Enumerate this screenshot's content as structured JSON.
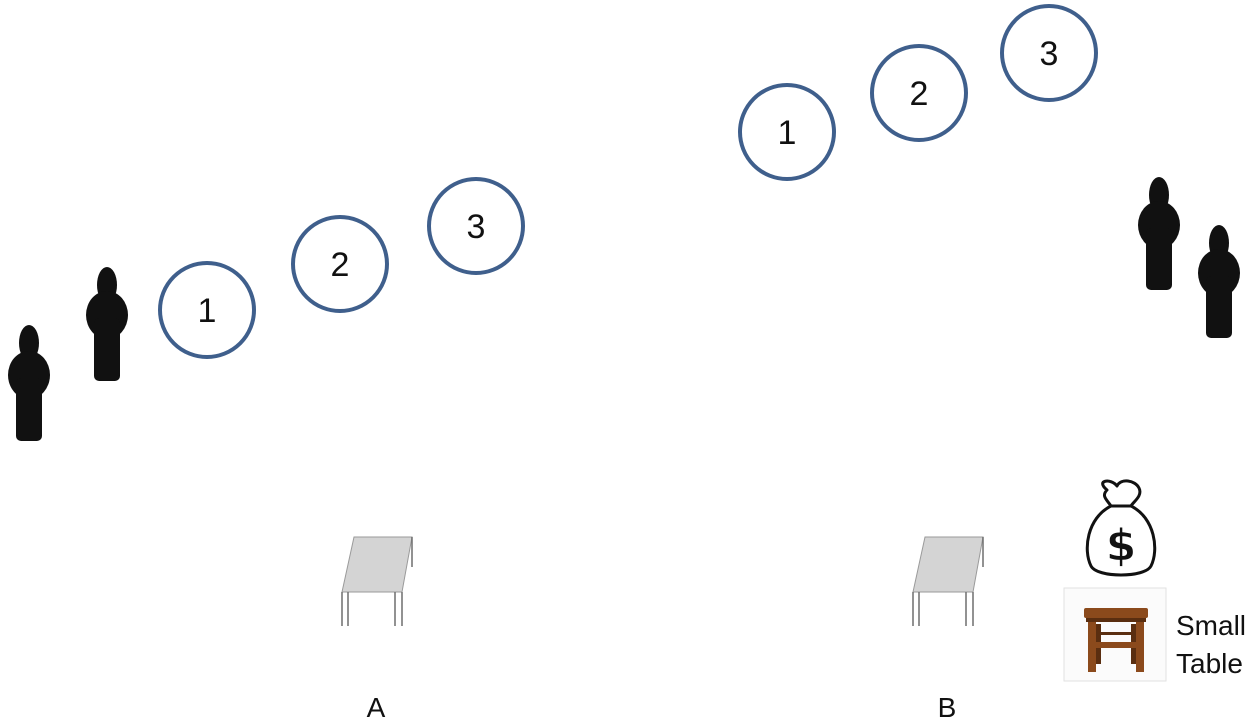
{
  "colors": {
    "circle_stroke": "#3f5f8c",
    "figure_fill": "#111111",
    "table_top": "#d4d4d4",
    "table_legs": "#6e6e6e",
    "stool_wood": "#8b4a1c",
    "stool_dark": "#5a2e10"
  },
  "icons": {
    "person": "person-silhouette-icon",
    "money": "money-bag-icon",
    "table": "table-icon",
    "stool": "stool-icon"
  },
  "scene_a": {
    "label": "A",
    "circles": [
      "1",
      "2",
      "3"
    ]
  },
  "scene_b": {
    "label": "B",
    "circles": [
      "1",
      "2",
      "3"
    ],
    "small_table": {
      "line1": "Small",
      "line2": "Table"
    },
    "money_symbol": "$"
  }
}
